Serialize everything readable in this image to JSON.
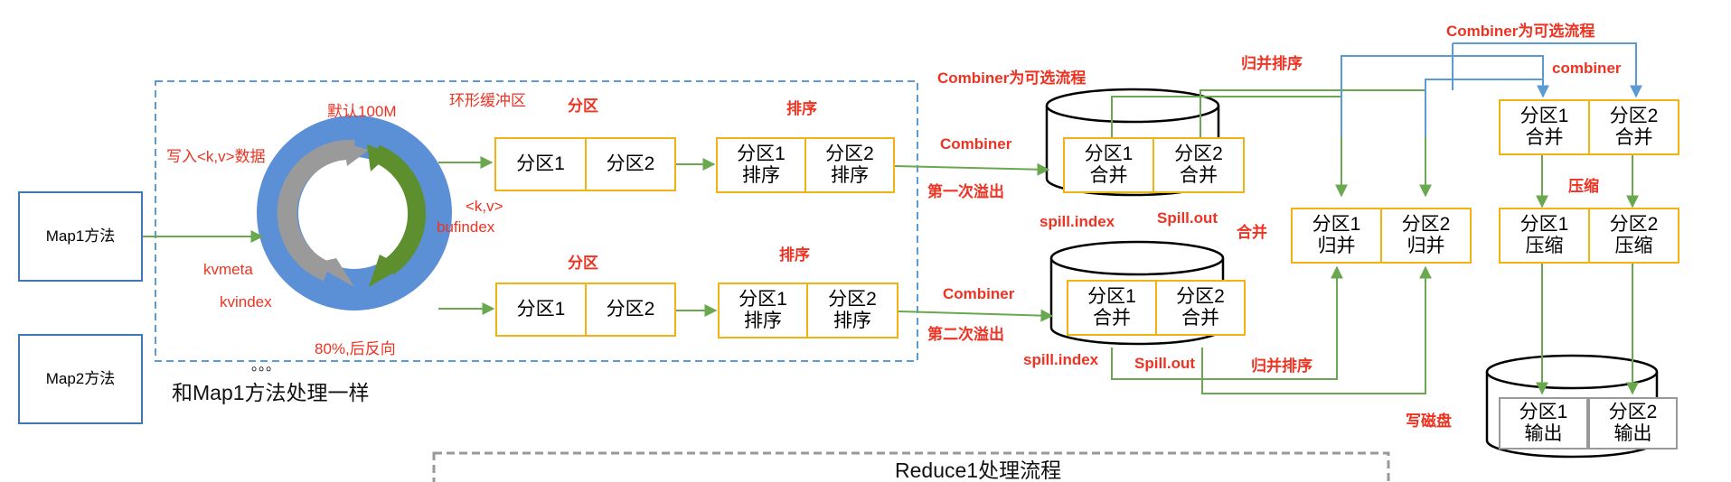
{
  "map_tasks": {
    "map1": "Map1方法",
    "map2": "Map2方法"
  },
  "ring_buffer": {
    "title": "环形缓冲区",
    "default_size": "默认100M",
    "write_kv": "写入<k,v>数据",
    "kv_label": "<k,v>",
    "bufindex": "bufindex",
    "kvmeta": "kvmeta",
    "kvindex": "kvindex",
    "threshold": "80%,后反向"
  },
  "map2_note": "和Map1方法处理一样",
  "dots": "。。。",
  "stage_labels": {
    "partition": "分区",
    "sort": "排序",
    "combiner": "Combiner",
    "combiner_optional": "Combiner为可选流程",
    "spill_first": "第一次溢出",
    "spill_second": "第二次溢出",
    "spill_index": "spill.index",
    "spill_out": "Spill.out",
    "merge": "合并",
    "merge_sort": "归并排序",
    "combiner_lower": "combiner",
    "compress": "压缩",
    "write_disk": "写磁盘"
  },
  "cells": {
    "p1": "分区1",
    "p2": "分区2",
    "p1_sort": "分区1\n排序",
    "p2_sort": "分区2\n排序",
    "p1_merge": "分区1\n合并",
    "p2_merge": "分区2\n合并",
    "p1_mergesort": "分区1\n归并",
    "p2_mergesort": "分区2\n归并",
    "p1_compress": "分区1\n压缩",
    "p2_compress": "分区2\n压缩",
    "p1_output": "分区1\n输出",
    "p2_output": "分区2\n输出"
  },
  "reduce_title": "Reduce1处理流程",
  "colors": {
    "cell_border": "#f2b211",
    "label_red": "#ee3322",
    "arrow_green": "#6aa84f",
    "arrow_blue": "#5b9bd5",
    "ring_blue": "#5b8fd6",
    "map_border": "#3f78b8"
  }
}
